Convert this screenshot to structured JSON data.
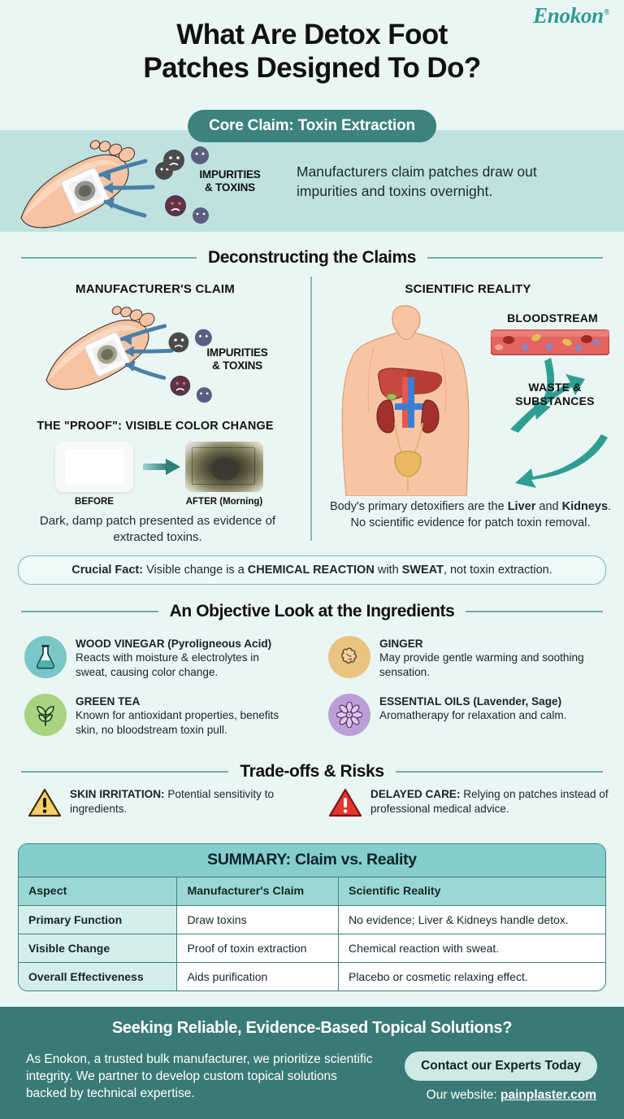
{
  "brand": {
    "name": "Enokon",
    "mark": "®",
    "color": "#2e9b94"
  },
  "header": {
    "title_line1": "What Are Detox Foot",
    "title_line2": "Patches Designed To Do?"
  },
  "hero": {
    "pill": "Core Claim: Toxin Extraction",
    "body": "Manufacturers claim patches draw out impurities and toxins overnight.",
    "impurities_label_line1": "IMPURITIES",
    "impurities_label_line2": "& TOXINS"
  },
  "deconstruct": {
    "section_title": "Deconstructing the Claims",
    "left": {
      "heading": "MANUFACTURER'S CLAIM",
      "impurities_label_line1": "IMPURITIES",
      "impurities_label_line2": "& TOXINS",
      "proof_heading": "THE \"PROOF\": VISIBLE COLOR CHANGE",
      "before_label": "BEFORE",
      "after_label": "AFTER (Morning)",
      "caption": "Dark, damp patch presented as evidence of extracted toxins."
    },
    "right": {
      "heading": "SCIENTIFIC REALITY",
      "bloodstream_label": "BLOODSTREAM",
      "waste_label_line1": "WASTE &",
      "waste_label_line2": "SUBSTANCES",
      "caption_part1": "Body's primary detoxifiers are the ",
      "caption_bold1": "Liver",
      "caption_part2": " and ",
      "caption_bold2": "Kidneys",
      "caption_part3": ". No scientific evidence for patch toxin removal."
    }
  },
  "crucial_fact": {
    "label": "Crucial Fact:",
    "part1": " Visible change is a ",
    "bold1": "CHEMICAL REACTION",
    "part2": " with ",
    "bold2": "SWEAT",
    "part3": ", not toxin extraction."
  },
  "ingredients": {
    "section_title": "An Objective Look at the Ingredients",
    "items": [
      {
        "icon": "flask-icon",
        "badge_color": "#79c7c6",
        "title": "WOOD VINEGAR (Pyroligneous Acid)",
        "desc": "Reacts with moisture & electrolytes in sweat, causing color change."
      },
      {
        "icon": "ginger-root-icon",
        "badge_color": "#e9c480",
        "title": "GINGER",
        "desc": "May provide gentle warming and soothing sensation."
      },
      {
        "icon": "tea-leaf-icon",
        "badge_color": "#a9d47f",
        "title": "GREEN TEA",
        "desc": "Known for antioxidant properties, benefits skin, no bloodstream toxin pull."
      },
      {
        "icon": "flower-icon",
        "badge_color": "#bb9fd6",
        "title": "ESSENTIAL OILS (Lavender, Sage)",
        "desc": "Aromatherapy for relaxation and calm."
      }
    ]
  },
  "risks": {
    "section_title": "Trade-offs & Risks",
    "items": [
      {
        "icon": "warning-triangle-yellow-icon",
        "color": "#f2c14a",
        "title": "SKIN IRRITATION:",
        "desc": " Potential sensitivity to ingredients."
      },
      {
        "icon": "warning-triangle-red-icon",
        "color": "#e03a34",
        "title": "DELAYED CARE:",
        "desc": " Relying on patches instead of professional medical advice."
      }
    ]
  },
  "summary_table": {
    "caption": "SUMMARY: Claim vs. Reality",
    "columns": [
      "Aspect",
      "Manufacturer's Claim",
      "Scientific Reality"
    ],
    "rows": [
      [
        "Primary Function",
        "Draw toxins",
        "No evidence; Liver & Kidneys handle detox."
      ],
      [
        "Visible Change",
        "Proof of toxin extraction",
        "Chemical reaction with sweat."
      ],
      [
        "Overall Effectiveness",
        "Aids purification",
        "Placebo or cosmetic relaxing effect."
      ]
    ]
  },
  "footer": {
    "heading": "Seeking Reliable, Evidence-Based Topical Solutions?",
    "body": "As Enokon, a trusted bulk manufacturer, we prioritize scientific integrity. We partner to develop custom topical solutions backed by technical expertise.",
    "cta": "Contact our Experts Today",
    "website_prefix": "Our website: ",
    "website": "painplaster.com"
  },
  "palette": {
    "page_bg": "#eaf6f4",
    "hero_band": "#bfe2e0",
    "teal": "#3c827d",
    "table_head": "#9bd8d4",
    "table_cap": "#84cfcb"
  }
}
